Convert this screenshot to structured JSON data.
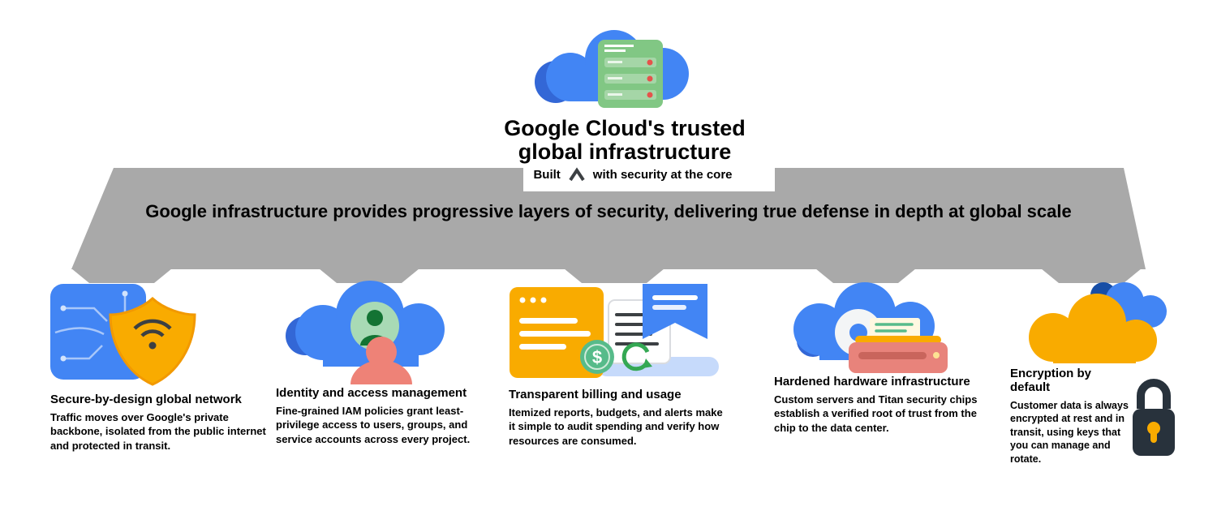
{
  "diagram": {
    "hero": {
      "title_line1": "Google Cloud's trusted",
      "title_line2": "global infrastructure",
      "subtitle_left": "Built",
      "subtitle_right": "with security at the core"
    },
    "banner": {
      "text": "Google infrastructure provides progressive layers of security, delivering true defense in depth at global scale"
    },
    "columns": [
      {
        "heading": "Secure-by-design global network",
        "body": "Traffic moves over Google's private backbone, isolated from the public internet and protected in transit."
      },
      {
        "heading": "Identity and access management",
        "body": "Fine-grained IAM policies grant least-privilege access to users, groups, and service accounts across every project."
      },
      {
        "heading": "Transparent billing and usage",
        "body": "Itemized reports, budgets, and alerts make it simple to audit spending and verify how resources are consumed."
      },
      {
        "heading": "Hardened hardware infrastructure",
        "body": "Custom servers and Titan security chips establish a verified root of trust from the chip to the data center."
      },
      {
        "heading": "Encryption by default",
        "body": "Customer data is always encrypted at rest and in transit, using keys that you can manage and rotate."
      }
    ],
    "icons": {
      "hero": "cloud-server-icon",
      "column1": "network-shield-icon",
      "column2": "users-cloud-icon",
      "column3": "billing-documents-icon",
      "column4": "hardware-cloud-icon",
      "column5": "multicloud-icon",
      "lock": "lock-icon"
    },
    "colors": {
      "blue": "#4285F4",
      "dark_blue": "#3367D6",
      "yellow": "#F9AB00",
      "green": "#34A853",
      "salmon": "#EE8277",
      "gray_band": "#A9A9A9"
    }
  }
}
